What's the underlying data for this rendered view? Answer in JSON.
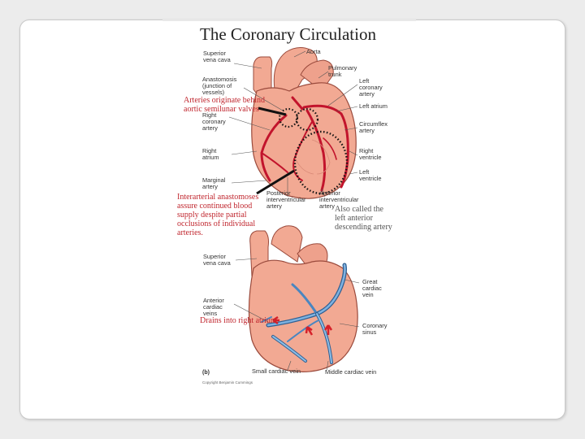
{
  "title": "The Coronary Circulation",
  "labels_top": {
    "superior_vena_cava": "Superior\nvena cava",
    "aorta": "Aorta",
    "pulmonary_trunk": "Pulmonary\ntrunk",
    "anastomosis": "Anastomosis\n(junction of\nvessels)",
    "left_coronary_artery": "Left\ncoronary\nartery",
    "left_atrium": "Left atrium",
    "right_coronary_artery": "Right\ncoronary\nartery",
    "circumflex_artery": "Circumflex\nartery",
    "right_atrium": "Right\natrium",
    "right_ventricle": "Right\nventricle",
    "left_ventricle": "Left\nventricle",
    "marginal_artery": "Marginal\nartery",
    "posterior_interventricular_artery": "Posterior\ninterventricular\nartery",
    "anterior_interventricular_artery": "Anterior\ninterventricular\nartery"
  },
  "labels_bottom": {
    "superior_vena_cava": "Superior\nvena cava",
    "great_cardiac_vein": "Great\ncardiac\nvein",
    "anterior_cardiac_veins": "Anterior\ncardiac\nveins",
    "coronary_sinus": "Coronary\nsinus",
    "small_cardiac_vein": "Small cardiac vein",
    "middle_cardiac_vein": "Middle cardiac vein",
    "panel_b": "(b)",
    "copyright": "Copyright Benjamin Cummings"
  },
  "annotations": {
    "arteries_originate": "Arteries originate behind\naortic semilunar valves",
    "interarterial": "Interarterial anastomoses\nassure continued blood\nsupply despite partial\nocclusions of individual\narteries.",
    "also_called": "Also called the\nleft anterior\ndescending artery",
    "drains": "Drains into right atrium"
  },
  "colors": {
    "heart_fill": "#f2a993",
    "heart_stroke": "#9a4a3c",
    "artery": "#c2142c",
    "vein": "#4a86c0",
    "annotation": "#c0262e",
    "arrow": "#d6212a"
  }
}
